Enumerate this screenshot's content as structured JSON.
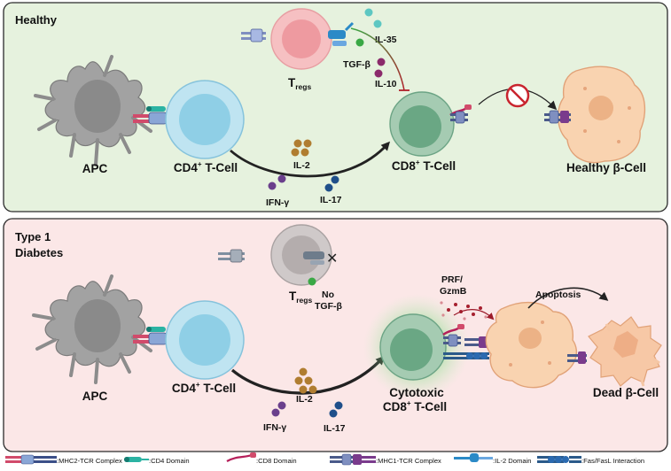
{
  "panels": {
    "healthy": {
      "title": "Healthy",
      "bg": "#e6f2de",
      "border": "#2b2b2b"
    },
    "t1d": {
      "title_line1": "Type 1",
      "title_line2": "Diabetes",
      "bg": "#fbe7e7",
      "border": "#2b2b2b"
    }
  },
  "healthy": {
    "apc": "APC",
    "cd4_main": "CD4",
    "cd4_sup": "+",
    "cd4_suffix": " T-Cell",
    "cd8_main": "CD8",
    "cd8_sup": "+",
    "cd8_suffix": " T-Cell",
    "treg_main": "T",
    "treg_sub": "regs",
    "beta": "Healthy β-Cell",
    "il35": "IL-35",
    "tgfb": "TGF-β",
    "il10": "IL-10",
    "il2": "IL-2",
    "ifng": "IFN-γ",
    "il17": "IL-17"
  },
  "t1d": {
    "apc": "APC",
    "cd4_main": "CD4",
    "cd4_sup": "+",
    "cd4_suffix": " T-Cell",
    "treg_main": "T",
    "treg_sub": "regs",
    "no": "No",
    "tgfb": "TGF-β",
    "prf": "PRF/",
    "gzmb": "GzmB",
    "apoptosis": "Apoptosis",
    "cyto1": "Cytotoxic",
    "cyto2_main": "CD8",
    "cyto2_sup": "+",
    "cyto2_suffix": " T-Cell",
    "dead": "Dead β-Cell",
    "il2": "IL-2",
    "ifng": "IFN-γ",
    "il17": "IL-17"
  },
  "legend": {
    "mhc2": ":MHC2-TCR Complex",
    "cd4": ":CD4 Domain",
    "cd8": ":CD8 Domain",
    "mhc1": ":MHC1-TCR Complex",
    "il2": ":IL-2 Domain",
    "fas": ":Fas/FasL Interaction"
  },
  "colors": {
    "apc": "#9e9e9e",
    "cd4": "#a9dced",
    "cd8": "#8cbfa0",
    "treg": "#f4b6b8",
    "treg_t1d": "#c9c4c4",
    "beta": "#f8cfa8",
    "il2": "#b07d30",
    "ifng": "#6a3f8c",
    "il17": "#1f4f8a",
    "tgfb": "#3aa845",
    "il10": "#8b2a6b",
    "il35": "#5dc7c2",
    "prf": "#a61f2e"
  }
}
